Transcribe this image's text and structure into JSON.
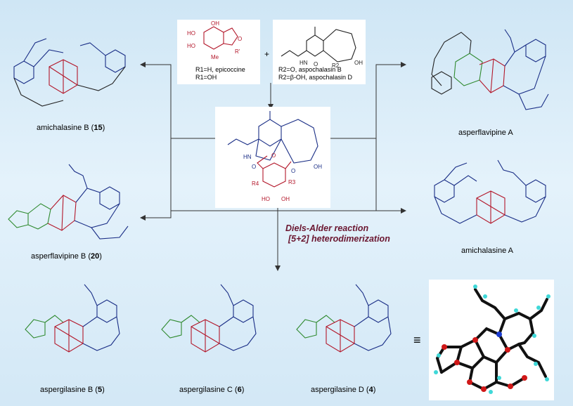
{
  "reactants": {
    "epicoccine": {
      "lines": [
        "R1=H, epicoccine",
        "R1=OH"
      ],
      "atoms": [
        "HO",
        "HO",
        "OH",
        "O",
        "R'",
        "Me"
      ]
    },
    "plus": "+",
    "aspochalasin": {
      "lines": [
        "R2=O, aspochalasin B",
        "R2=β-OH, aspochalasin D"
      ],
      "atoms": [
        "HN",
        "O",
        "R2",
        "OH"
      ]
    }
  },
  "intermediate": {
    "atoms": [
      "HN",
      "O",
      "O",
      "OH",
      "O",
      "R4",
      "R3",
      "HO",
      "OH"
    ]
  },
  "reaction": {
    "line1": "Diels-Alder reaction",
    "line2": "[5+2] heterodimerization"
  },
  "products": [
    {
      "name": "amichalasine B",
      "num": "15"
    },
    {
      "name": "asperflavipine B",
      "num": "20"
    },
    {
      "name": "asperflavipine A",
      "num": ""
    },
    {
      "name": "amichalasine A",
      "num": ""
    },
    {
      "name": "aspergilasine B",
      "num": "5"
    },
    {
      "name": "aspergilasine C",
      "num": "6"
    },
    {
      "name": "aspergilasine D",
      "num": "4"
    }
  ],
  "equiv_symbol": "≡",
  "colors": {
    "blue": "#1a2e86",
    "red": "#b3172a",
    "green": "#2f8a2f",
    "background": "#d9ecf8"
  }
}
